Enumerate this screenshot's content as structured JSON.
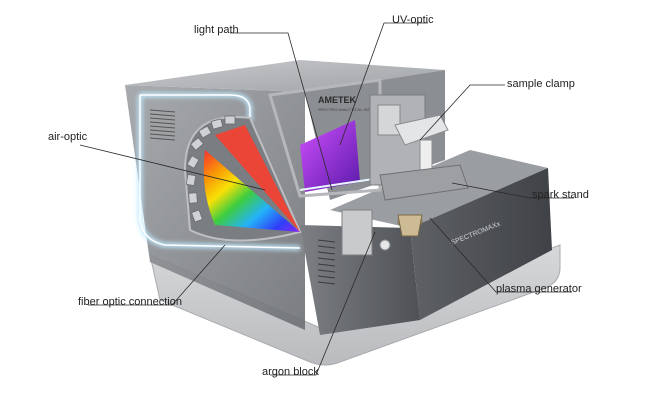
{
  "figure": {
    "brand_logo_text": "AMETEK",
    "brand_sub_text": "SPECTRO ANALYTICAL INSTRUMENTS",
    "product_badge_text": "SPECTROMAXx",
    "colors": {
      "housing_dark": "#5f6266",
      "housing_mid": "#8e9196",
      "housing_light": "#c9cbce",
      "glow": "#bfeaff",
      "leader": "#2a2a2a"
    }
  },
  "labels": {
    "light_path": "light path",
    "uv_optic": "UV-optic",
    "sample_clamp": "sample clamp",
    "air_optic": "air-optic",
    "spark_stand": "spark stand",
    "fiber_optic_connection": "fiber optic connection",
    "plasma_generator": "plasma generator",
    "argon_block": "argon block"
  }
}
